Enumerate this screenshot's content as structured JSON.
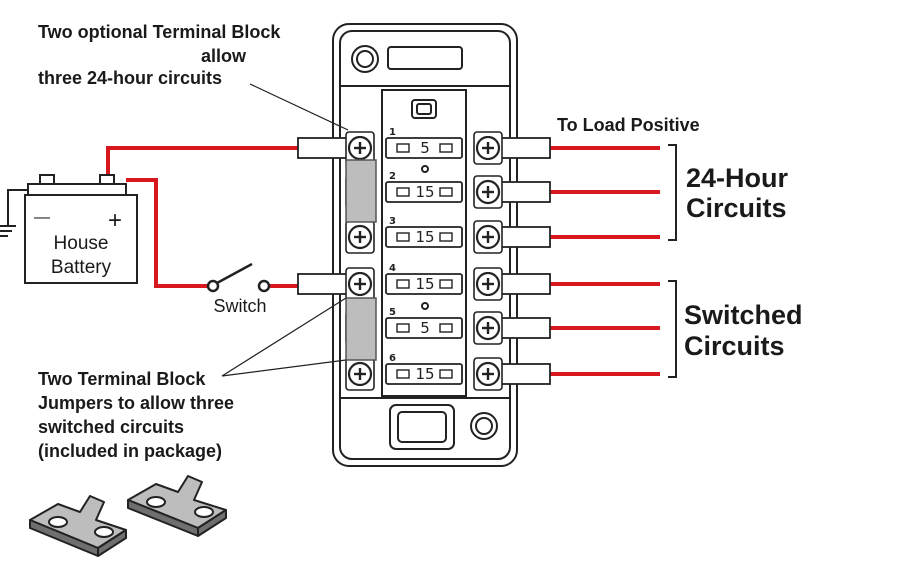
{
  "labels": {
    "optional_blocks_line1": "Two optional Terminal Block",
    "optional_blocks_line2": "allow",
    "optional_blocks_line3": "three 24-hour circuits",
    "to_load_positive": "To Load Positive",
    "hour_circuits_line1": "24-Hour",
    "hour_circuits_line2": "Circuits",
    "switched_circuits_line1": "Switched",
    "switched_circuits_line2": "Circuits",
    "battery_line1": "House",
    "battery_line2": "Battery",
    "battery_minus": "—",
    "battery_plus": "+",
    "switch": "Switch",
    "jumpers_line1": "Two Terminal Block",
    "jumpers_line2": "Jumpers to allow three",
    "jumpers_line3": "switched circuits",
    "jumpers_line4": "(included in package)"
  },
  "fuses": [
    {
      "position": "1",
      "rating": "5"
    },
    {
      "position": "2",
      "rating": "15"
    },
    {
      "position": "3",
      "rating": "15"
    },
    {
      "position": "4",
      "rating": "15"
    },
    {
      "position": "5",
      "rating": "5"
    },
    {
      "position": "6",
      "rating": "15"
    }
  ],
  "colors": {
    "wire": "#d7191f",
    "outline": "#222222",
    "jumper_gray": "#bdbdbd",
    "jumper_dark": "#6f6f6f"
  }
}
